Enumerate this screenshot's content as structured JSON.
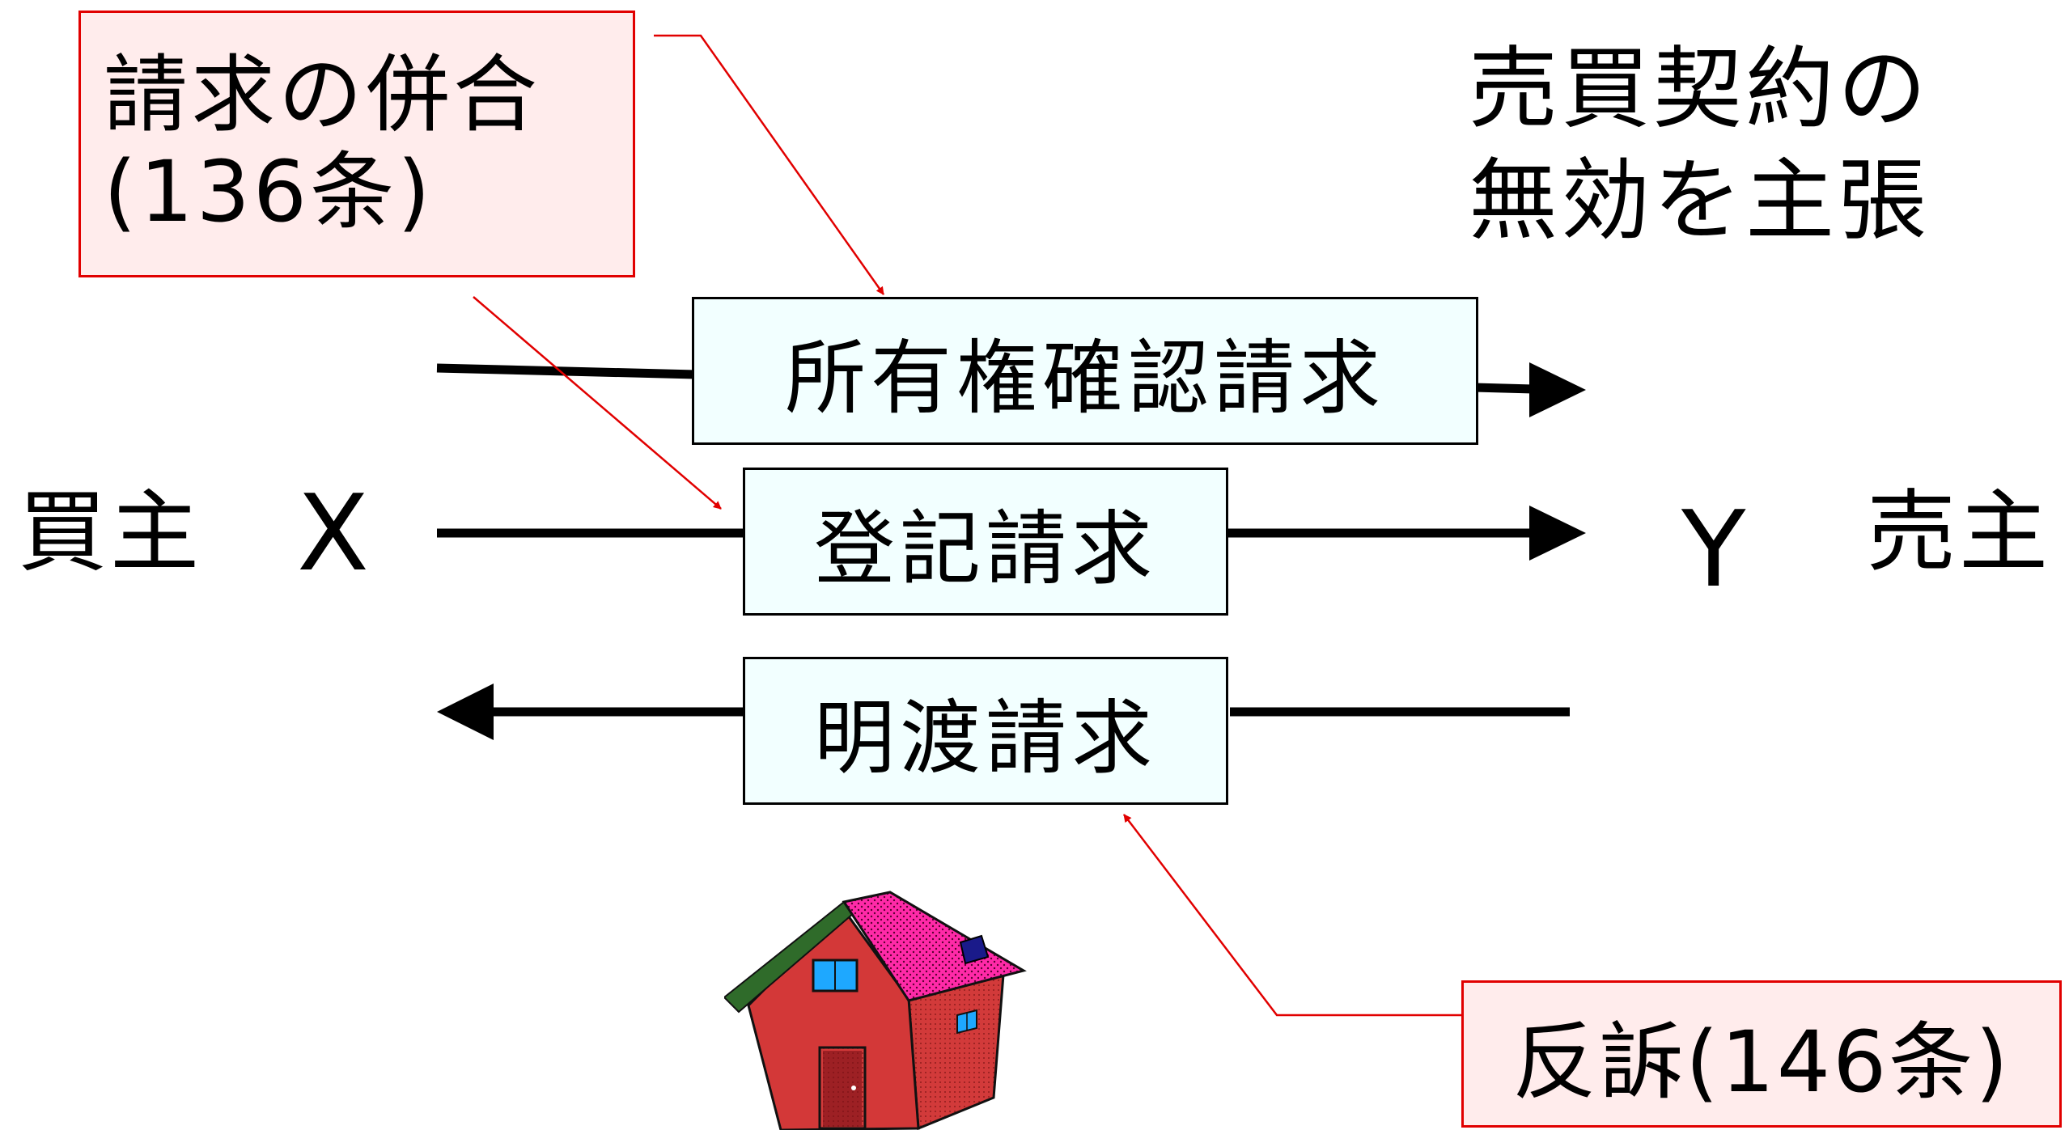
{
  "labels": {
    "buyer": "買主",
    "x": "X",
    "y": "Y",
    "seller": "売主",
    "seller_claim_line1": "売買契約の",
    "seller_claim_line2": "無効を主張"
  },
  "claims": {
    "ownership": "所有権確認請求",
    "registration": "登記請求",
    "delivery": "明渡請求"
  },
  "notes": {
    "joinder_line1": "請求の併合",
    "joinder_line2": "(136条)",
    "counterclaim": "反訴(146条)"
  },
  "colors": {
    "note_border": "#e10000",
    "note_fill": "#ffecec",
    "claim_fill": "#f2ffff",
    "arrow": "#000000"
  },
  "icons": {
    "house": "house-icon"
  }
}
